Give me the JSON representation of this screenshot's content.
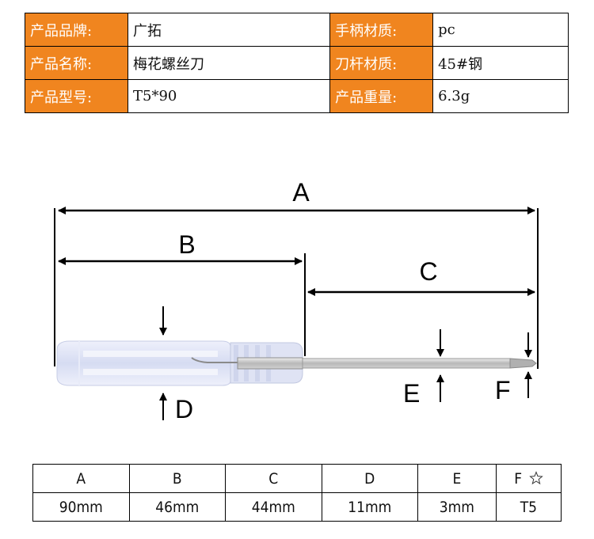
{
  "specs": [
    {
      "label": "产品品牌:",
      "value": "广拓",
      "label2": "手柄材质:",
      "value2": "pc"
    },
    {
      "label": "产品名称:",
      "value": "梅花螺丝刀",
      "label2": "刀杆材质:",
      "value2": "45#钢"
    },
    {
      "label": "产品型号:",
      "value": "T5*90",
      "label2": "产品重量:",
      "value2": "6.3g"
    }
  ],
  "diagram": {
    "labels": {
      "A": "A",
      "B": "B",
      "C": "C",
      "D": "D",
      "E": "E",
      "F": "F"
    },
    "colors": {
      "lines": "#000000",
      "handle": "#dfe4f5",
      "shaft": "#c8c8c8"
    }
  },
  "dimensions": {
    "headers": [
      "A",
      "B",
      "C",
      "D",
      "E",
      "F"
    ],
    "values": [
      "90mm",
      "46mm",
      "44mm",
      "11mm",
      "3mm",
      "T5"
    ],
    "f_icon": "star-outline-icon"
  }
}
